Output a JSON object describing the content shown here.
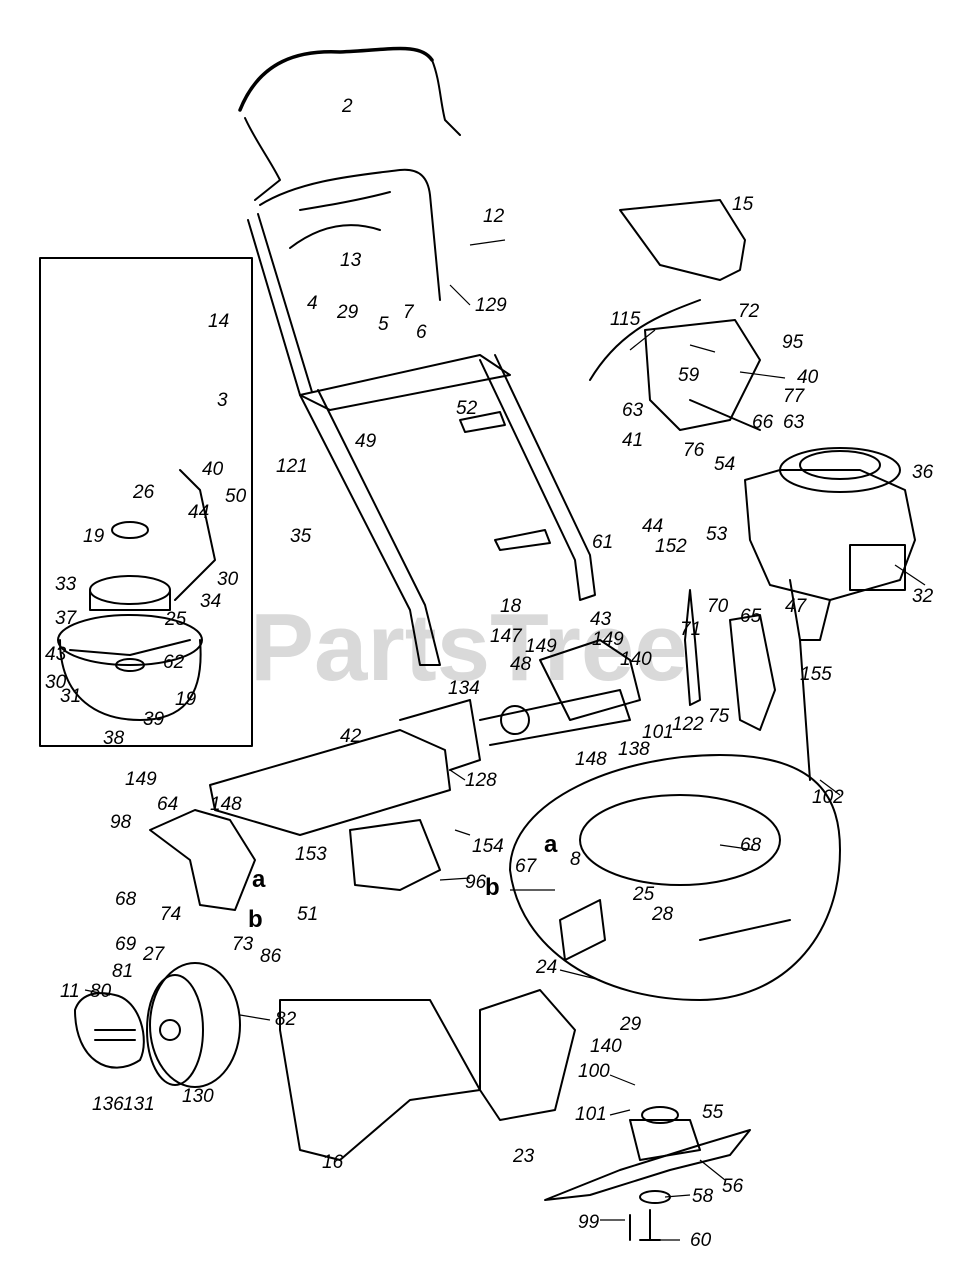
{
  "watermark": "PartsTree",
  "part_labels": {
    "p2": "2",
    "p12": "12",
    "p13": "13",
    "p129": "129",
    "p29": "29",
    "p5": "5",
    "p7": "7",
    "p6": "6",
    "p14": "14",
    "p4": "4",
    "p3": "3",
    "p49": "49",
    "p121": "121",
    "p52": "52",
    "p35": "35",
    "p15": "15",
    "p72": "72",
    "p95": "95",
    "p115": "115",
    "p40a": "40",
    "p59": "59",
    "p77": "77",
    "p63a": "63",
    "p66": "66",
    "p63b": "63",
    "p41": "41",
    "p76": "76",
    "p54": "54",
    "p36": "36",
    "p53": "53",
    "p32": "32",
    "p40b": "40",
    "p26": "26",
    "p50": "50",
    "p44a": "44",
    "p19a": "19",
    "p30a": "30",
    "p33": "33",
    "p34": "34",
    "p37": "37",
    "p25a": "25",
    "p43a": "43",
    "p62": "62",
    "p19b": "19",
    "p30b": "30",
    "p31": "31",
    "p39": "39",
    "p38": "38",
    "p61": "61",
    "p44b": "44",
    "p152": "152",
    "p18": "18",
    "p43b": "43",
    "p70": "70",
    "p147": "147",
    "p149a": "149",
    "p149b": "149",
    "p71": "71",
    "p65": "65",
    "p47": "47",
    "p48": "48",
    "p140a": "140",
    "p134": "134",
    "p155": "155",
    "p101a": "101",
    "p122": "122",
    "p75": "75",
    "p148a": "148",
    "p138": "138",
    "p42": "42",
    "p102": "102",
    "p128": "128",
    "p149c": "149",
    "p64": "64",
    "p98": "98",
    "p148b": "148",
    "p153": "153",
    "p154": "154",
    "p68a": "68",
    "p67": "67",
    "p8": "8",
    "p96": "96",
    "p68b": "68",
    "p74": "74",
    "p51": "51",
    "p25b": "25",
    "p28": "28",
    "p69": "69",
    "p73": "73",
    "p27": "27",
    "p86": "86",
    "p24": "24",
    "p29b": "29",
    "p81": "81",
    "p11": "11",
    "p80": "80",
    "p82": "82",
    "p140b": "140",
    "p136": "136",
    "p131": "131",
    "p130": "130",
    "p100": "100",
    "p101b": "101",
    "p55": "55",
    "p16": "16",
    "p23": "23",
    "p56": "56",
    "p58": "58",
    "p99": "99",
    "p60": "60"
  },
  "letter_labels": {
    "a1": "a",
    "b1": "b",
    "a2": "a",
    "b2": "b"
  }
}
